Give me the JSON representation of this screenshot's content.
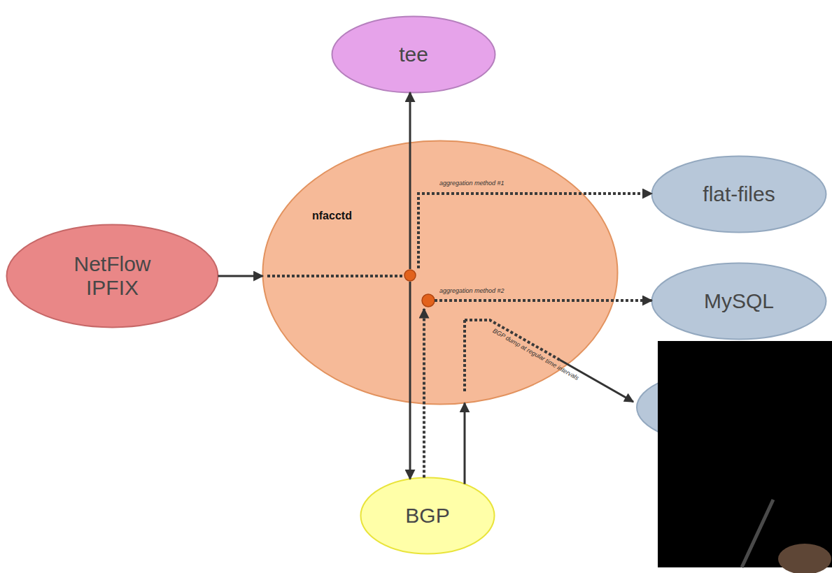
{
  "diagram": {
    "nodes": [
      {
        "text": [
          "tee"
        ]
      },
      {
        "text": [
          "NetFlow IPFIX"
        ]
      },
      {
        "text": [
          "nfacctd"
        ]
      },
      {
        "text": [
          "flat-files"
        ]
      },
      {
        "text": [
          "MySQL"
        ]
      },
      {
        "text": [
          "BGP"
        ]
      }
    ],
    "edges": [
      {
        "from": 1,
        "to": 2,
        "arrow": "to"
      },
      {
        "from": 2,
        "to": 0,
        "arrow": "to"
      },
      {
        "from": 2,
        "to": 3,
        "label": "aggregation method #1",
        "arrow": "to"
      },
      {
        "from": 2,
        "to": 4,
        "label": "aggregation method #2",
        "arrow": "to"
      },
      {
        "from": 2,
        "to": 5,
        "arrow": "to"
      },
      {
        "from": 5,
        "to": 2,
        "arrow": "to"
      },
      {
        "from": 5,
        "to": 2,
        "arrow": "to"
      }
    ],
    "labels": [
      "BGP dump at regular time intervals"
    ]
  }
}
